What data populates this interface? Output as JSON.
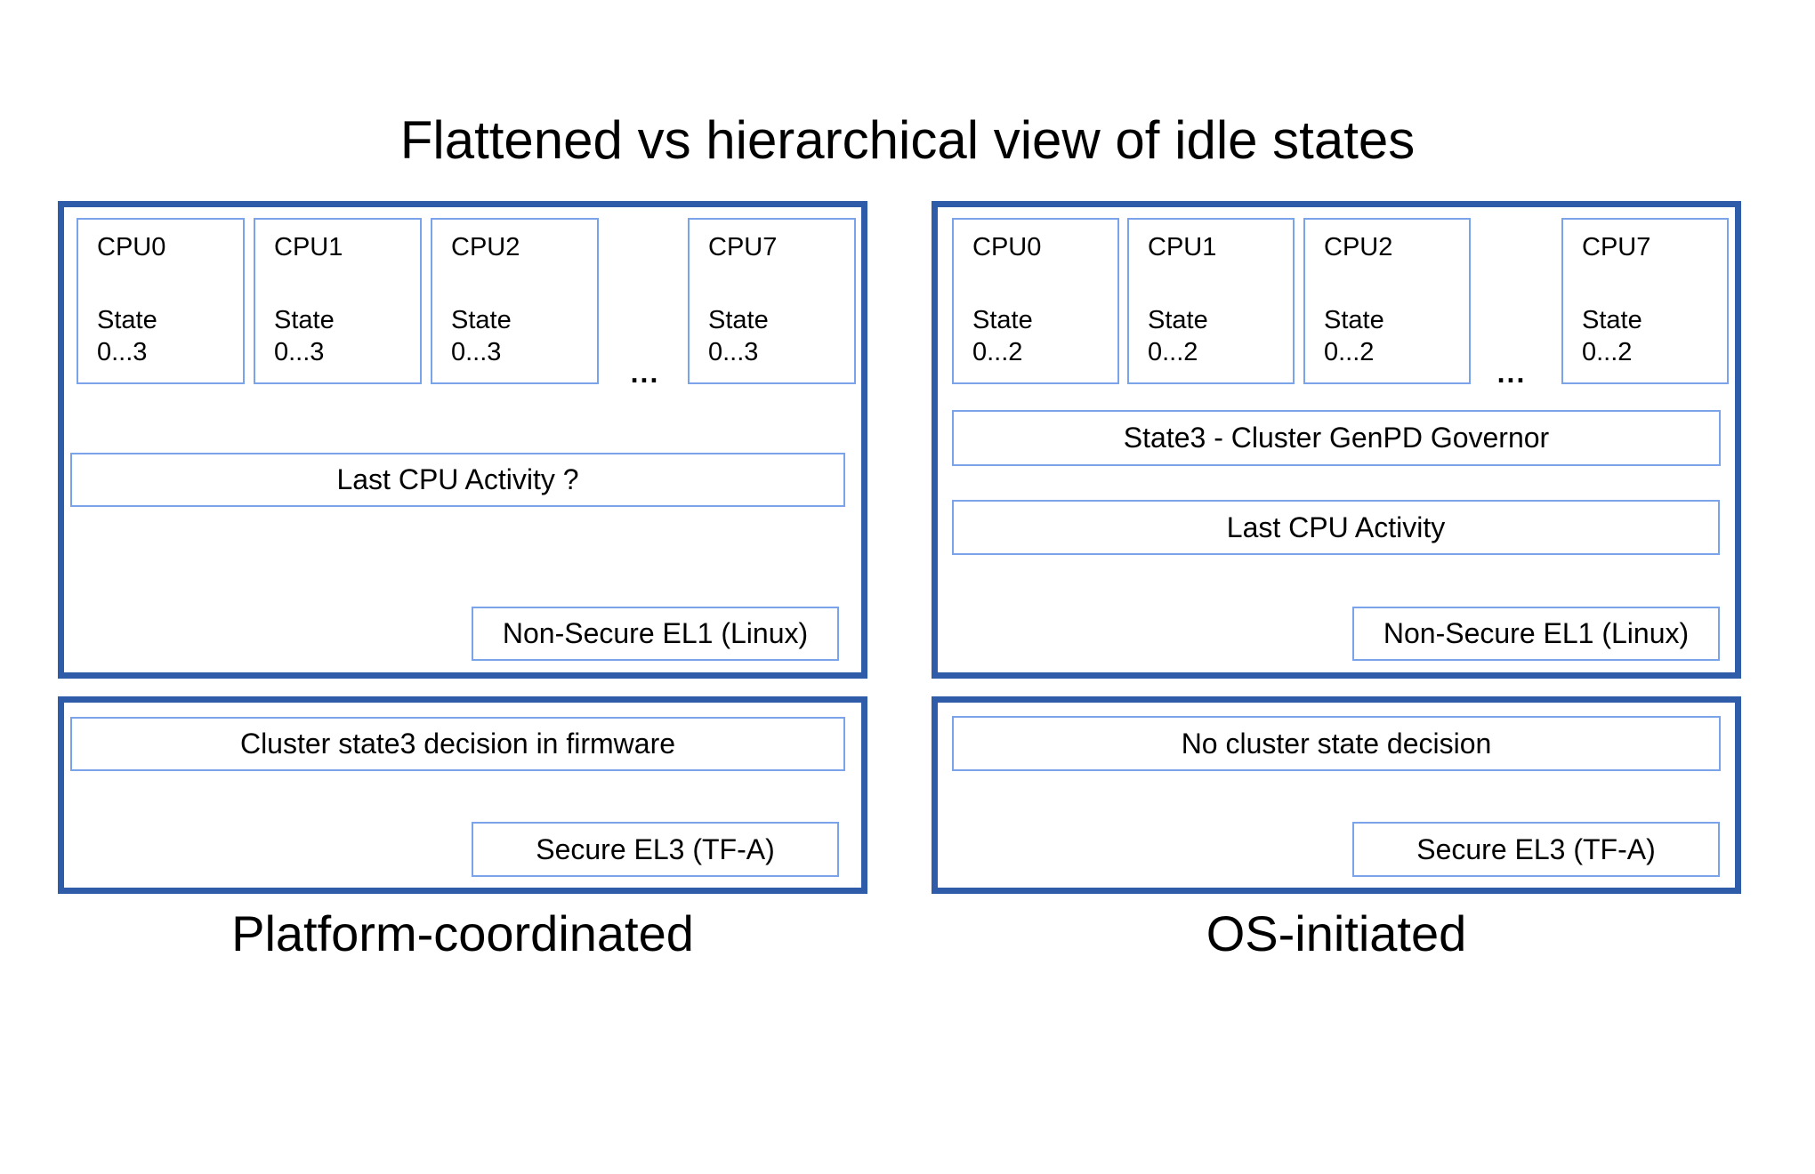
{
  "title": "Flattened vs hierarchical view of idle states",
  "ellipsis": "...",
  "colors": {
    "outer_border": "#2e5ca8",
    "inner_border": "#7aa3e9",
    "text": "#000000",
    "background": "#ffffff"
  },
  "panels": {
    "left": {
      "caption": "Platform-coordinated",
      "cpus": [
        {
          "name": "CPU0",
          "state": "State\n0...3"
        },
        {
          "name": "CPU1",
          "state": "State\n0...3"
        },
        {
          "name": "CPU2",
          "state": "State\n0...3"
        },
        {
          "name": "CPU7",
          "state": "State\n0...3"
        }
      ],
      "activity_box": "Last CPU Activity ?",
      "el1_box": "Non-Secure EL1 (Linux)",
      "firmware_box": "Cluster state3 decision in firmware",
      "el3_box": "Secure EL3 (TF-A)"
    },
    "right": {
      "caption": "OS-initiated",
      "cpus": [
        {
          "name": "CPU0",
          "state": "State\n0...2"
        },
        {
          "name": "CPU1",
          "state": "State\n0...2"
        },
        {
          "name": "CPU2",
          "state": "State\n0...2"
        },
        {
          "name": "CPU7",
          "state": "State\n0...2"
        }
      ],
      "governor_box": "State3 - Cluster GenPD Governor",
      "activity_box": "Last CPU Activity",
      "el1_box": "Non-Secure EL1 (Linux)",
      "firmware_box": "No cluster state decision",
      "el3_box": "Secure EL3 (TF-A)"
    }
  }
}
